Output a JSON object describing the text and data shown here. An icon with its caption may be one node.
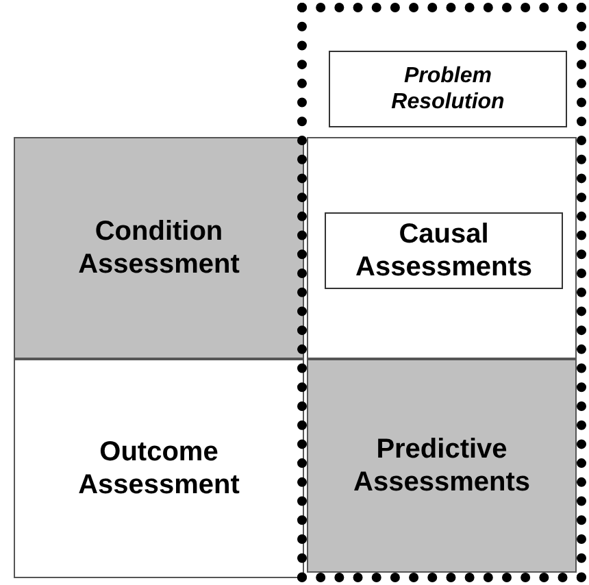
{
  "diagram": {
    "nodes": [
      {
        "text": [],
        "shape": "box"
      },
      {
        "text": [
          "Problem Resolution"
        ],
        "in": 0
      },
      {
        "text": [
          "Condition Assessment"
        ]
      },
      {
        "text": [],
        "shape": "box",
        "in": 0
      },
      {
        "text": [
          "Causal Assessments"
        ],
        "in": 3
      },
      {
        "text": [
          "Outcome Assessment"
        ]
      },
      {
        "text": [
          "Predictive Assessments"
        ],
        "in": 0
      }
    ]
  }
}
